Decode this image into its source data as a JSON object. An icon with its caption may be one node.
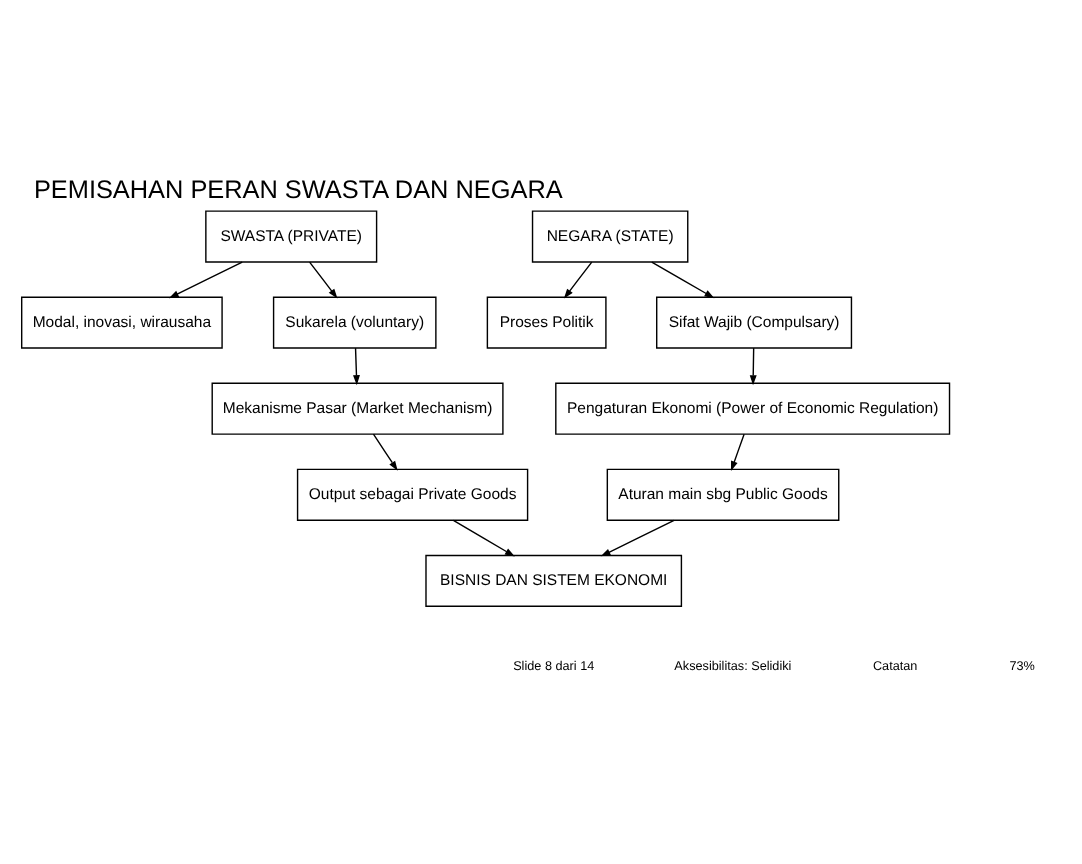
{
  "diagram": {
    "title": "PEMISAHAN PERAN SWASTA DAN NEGARA",
    "nodes": [
      {
        "text": [
          "SWASTA (PRIVATE)"
        ]
      },
      {
        "text": [
          "NEGARA (STATE)"
        ]
      },
      {
        "text": [
          "Modal, inovasi, wirausaha"
        ]
      },
      {
        "text": [
          "Proses Politik"
        ]
      },
      {
        "text": [
          "Sukarela (voluntary)"
        ]
      },
      {
        "text": [
          "Sifat Wajib (Compulsary)"
        ]
      },
      {
        "text": [
          "Mekanisme Pasar (Market Mechanism)"
        ]
      },
      {
        "text": [
          "Pengaturan Ekonomi (Power of Economic Regulation)"
        ]
      },
      {
        "text": [
          "Output sebagai Private Goods"
        ]
      },
      {
        "text": [
          "Aturan main sbg Public Goods"
        ]
      },
      {
        "text": [
          "BISNIS DAN SISTEM EKONOMI"
        ]
      }
    ],
    "edges": [
      {
        "from": 0,
        "to": 2,
        "arrow": "to"
      },
      {
        "from": 0,
        "to": 4,
        "arrow": "to"
      },
      {
        "from": 1,
        "to": 3,
        "arrow": "to"
      },
      {
        "from": 1,
        "to": 5,
        "arrow": "to"
      },
      {
        "from": 4,
        "to": 6,
        "arrow": "to"
      },
      {
        "from": 5,
        "to": 7,
        "arrow": "to"
      },
      {
        "from": 6,
        "to": 8,
        "arrow": "to"
      },
      {
        "from": 7,
        "to": 9,
        "arrow": "to"
      },
      {
        "from": 8,
        "to": 10,
        "arrow": "to"
      },
      {
        "from": 9,
        "to": 10,
        "arrow": "to"
      }
    ],
    "labels": [
      "Slide 8 dari 14",
      "Aksesibilitas: Selidiki",
      "Catatan",
      "73%"
    ]
  }
}
